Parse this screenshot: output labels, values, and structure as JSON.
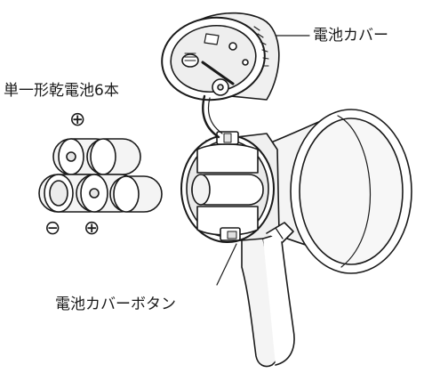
{
  "labels": {
    "battery_cover": "電池カバー",
    "batteries": "単一形乾電池6本",
    "cover_button": "電池カバーボタン"
  },
  "symbols": {
    "plus": "⊕",
    "minus": "⊖"
  },
  "colors": {
    "line": "#1a1a1a",
    "shade": "#e6e6e6",
    "light": "#f4f4f4",
    "background": "#ffffff"
  }
}
